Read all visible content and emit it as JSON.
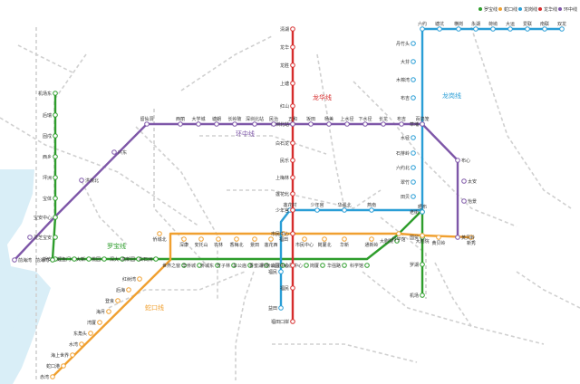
{
  "legend": [
    {
      "name": "罗宝线",
      "color": "#2e9d2c"
    },
    {
      "name": "蛇口线",
      "color": "#f0a030"
    },
    {
      "name": "龙岗线",
      "color": "#2a9ed6"
    },
    {
      "name": "龙华线",
      "color": "#d62d2d"
    },
    {
      "name": "环中线",
      "color": "#7e57a8"
    }
  ],
  "line_names": {
    "luobao": "罗宝线",
    "shekou": "蛇口线",
    "longgang": "龙岗线",
    "longhua": "龙华线",
    "huanzhong": "环中线"
  },
  "stations": {
    "luobao": [
      "机场东",
      "后瑞",
      "固戍",
      "西乡",
      "坪洲",
      "宝体",
      "宝安中心",
      "宝安",
      "新安",
      "前海湾",
      "鲤鱼门",
      "大新",
      "桃园",
      "深大",
      "高新园",
      "白石洲",
      "世界之窗",
      "华侨城",
      "侨城东",
      "竹子林",
      "车公庙",
      "香蜜湖",
      "购物公园",
      "会展中心",
      "岗厦",
      "华强路",
      "科学馆",
      "大剧院",
      "老街",
      "国贸",
      "罗湖",
      "机场"
    ],
    "shekou": [
      "赤湾",
      "蛇口港",
      "海上世界",
      "水湾",
      "东角头",
      "湾厦",
      "海月",
      "登良",
      "后海",
      "红树湾",
      "侨城北",
      "深康",
      "安托山",
      "农林",
      "香梅北",
      "景田",
      "莲花西",
      "福田",
      "市民中心",
      "岗厦北",
      "华新",
      "通新岭",
      "科学馆",
      "大剧院",
      "黄贝岭",
      "新秀"
    ],
    "longgang": [
      "双龙",
      "南联",
      "爱联",
      "大运",
      "荷坳",
      "永湖",
      "横岗",
      "塘坑",
      "六约",
      "丹竹头",
      "大芬",
      "木棉湾",
      "布吉",
      "草埔",
      "水径",
      "石芽岭",
      "六约北",
      "翠竹",
      "田贝",
      "晒布",
      "燕南",
      "华强北",
      "少年宫",
      "莲花村",
      "福民",
      "益田"
    ],
    "longhua": [
      "清湖",
      "龙华",
      "龙胜",
      "上塘",
      "红山",
      "深圳北站",
      "白石龙",
      "民乐",
      "上梅林",
      "莲花北",
      "少年宫",
      "市民中心",
      "会展中心",
      "福民",
      "福田口岸"
    ],
    "huanzhong": [
      "前海湾",
      "灵芝",
      "洪浪北",
      "兴东",
      "留仙洞",
      "西丽",
      "大学城",
      "塘朗",
      "长岭陂",
      "深圳北站",
      "民治",
      "五和",
      "坂田",
      "杨美",
      "上水径",
      "下水径",
      "长龙",
      "布吉",
      "百鸽笼",
      "布心",
      "太安",
      "怡景",
      "黄贝岭"
    ]
  }
}
